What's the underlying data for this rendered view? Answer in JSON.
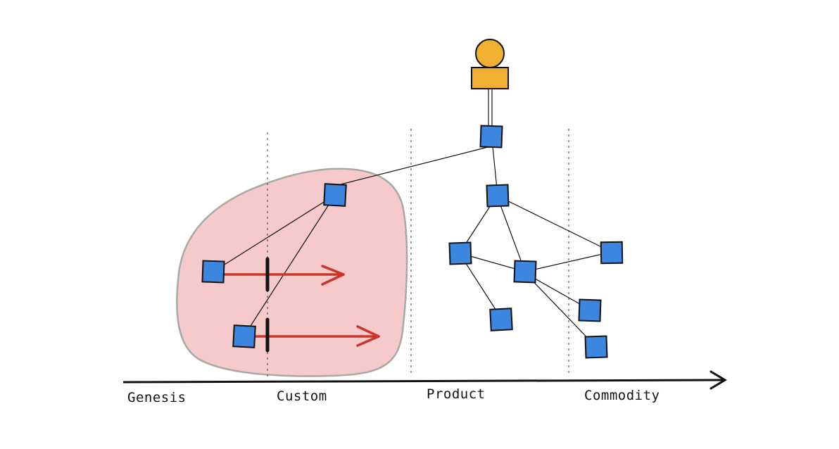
{
  "axis": {
    "stages": [
      "Genesis",
      "Custom",
      "Product",
      "Commodity"
    ]
  },
  "colors": {
    "component": "#3d86e0",
    "user": "#f2b033",
    "region": "#f6caca",
    "region_border": "#a8a8a8",
    "movement_arrow": "#c9342c",
    "ink": "#111111"
  },
  "icons": {
    "user": "person-icon",
    "component": "square-node-icon",
    "movement": "right-arrow-icon",
    "inertia": "inertia-bar-icon"
  }
}
